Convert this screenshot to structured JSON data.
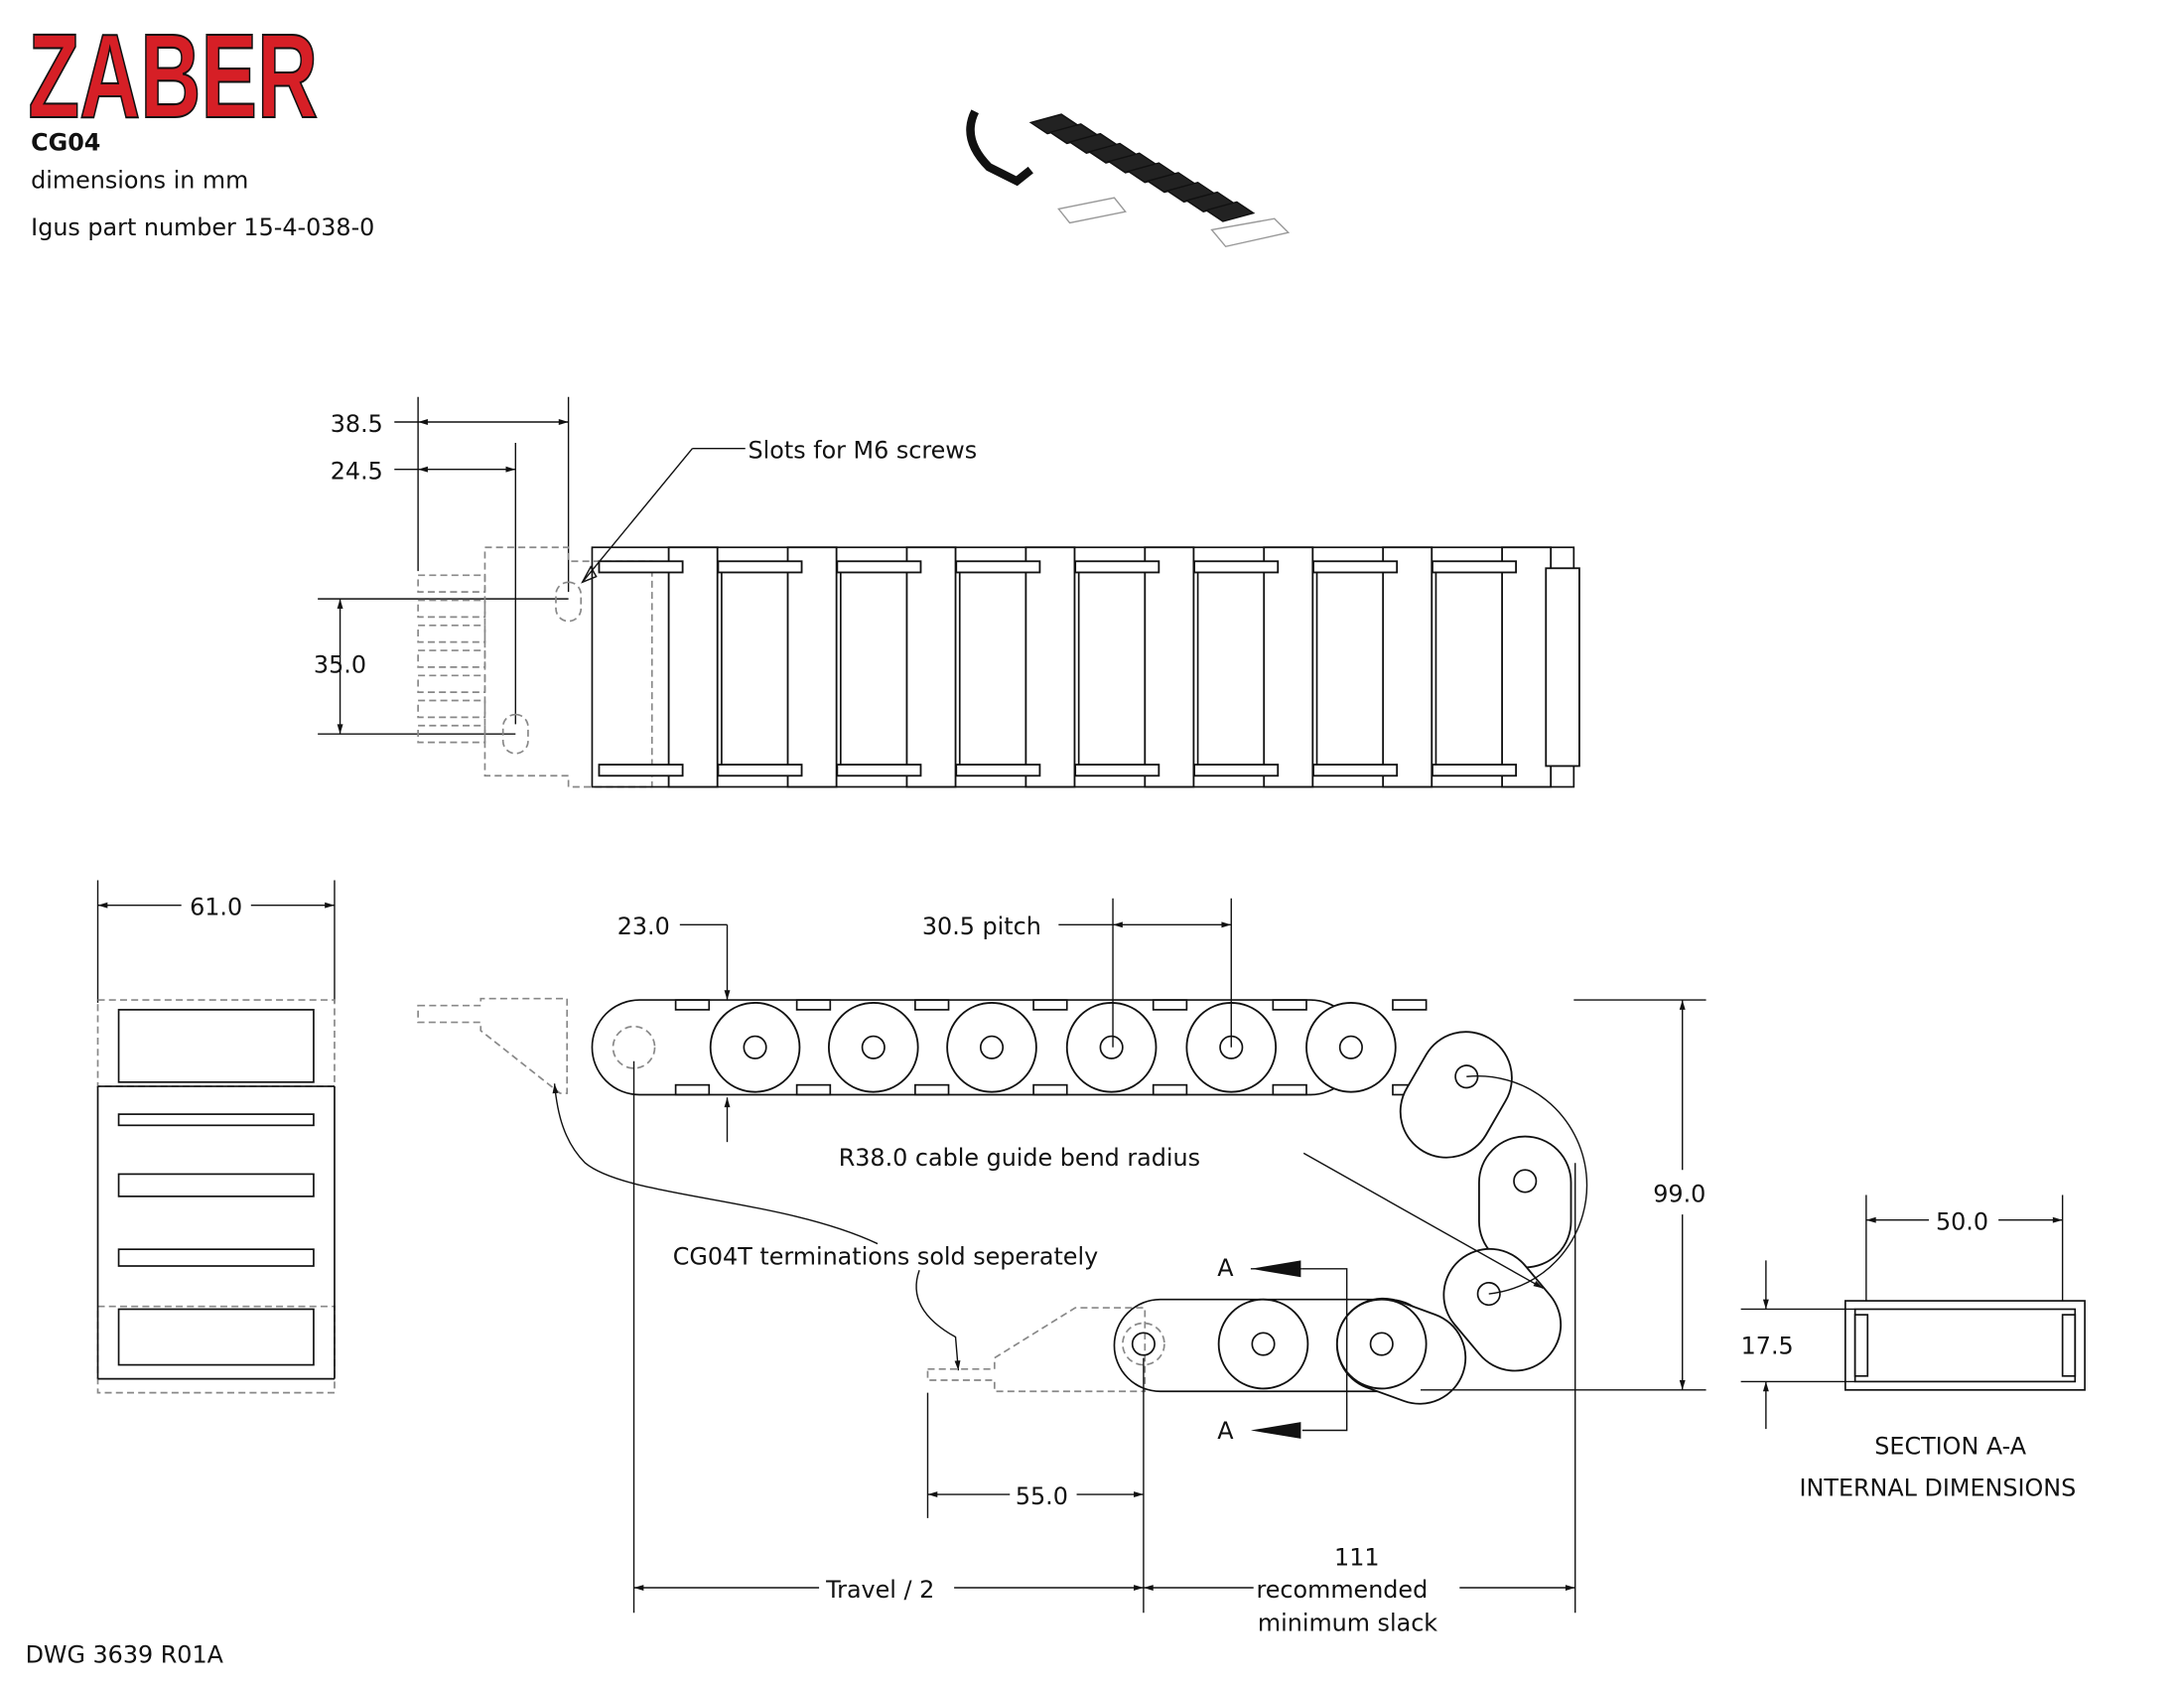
{
  "header": {
    "logo": "ZABER",
    "part": "CG04",
    "units_note": "dimensions in mm",
    "igus_note": "Igus part number 15-4-038-0"
  },
  "top_view": {
    "dim_38_5": "38.5",
    "dim_24_5": "24.5",
    "dim_35_0": "35.0",
    "slots_note": "Slots for M6 screws"
  },
  "end_view": {
    "dim_61_0": "61.0"
  },
  "side_view": {
    "dim_23_0": "23.0",
    "pitch": "30.5 pitch",
    "bend_radius": "R38.0 cable guide bend radius",
    "terminations_note": "CG04T terminations sold seperately",
    "dim_99_0": "99.0",
    "dim_55_0": "55.0",
    "travel": "Travel / 2",
    "slack_value": "111",
    "slack_line1": "recommended",
    "slack_line2": "minimum slack",
    "section_mark_top": "A",
    "section_mark_bottom": "A"
  },
  "section": {
    "dim_50_0": "50.0",
    "dim_17_5": "17.5",
    "title_line1": "SECTION A-A",
    "title_line2": "INTERNAL DIMENSIONS"
  },
  "footer": {
    "drawing_number": "DWG 3639 R01A"
  },
  "colors": {
    "logo_red": "#d61f26"
  }
}
